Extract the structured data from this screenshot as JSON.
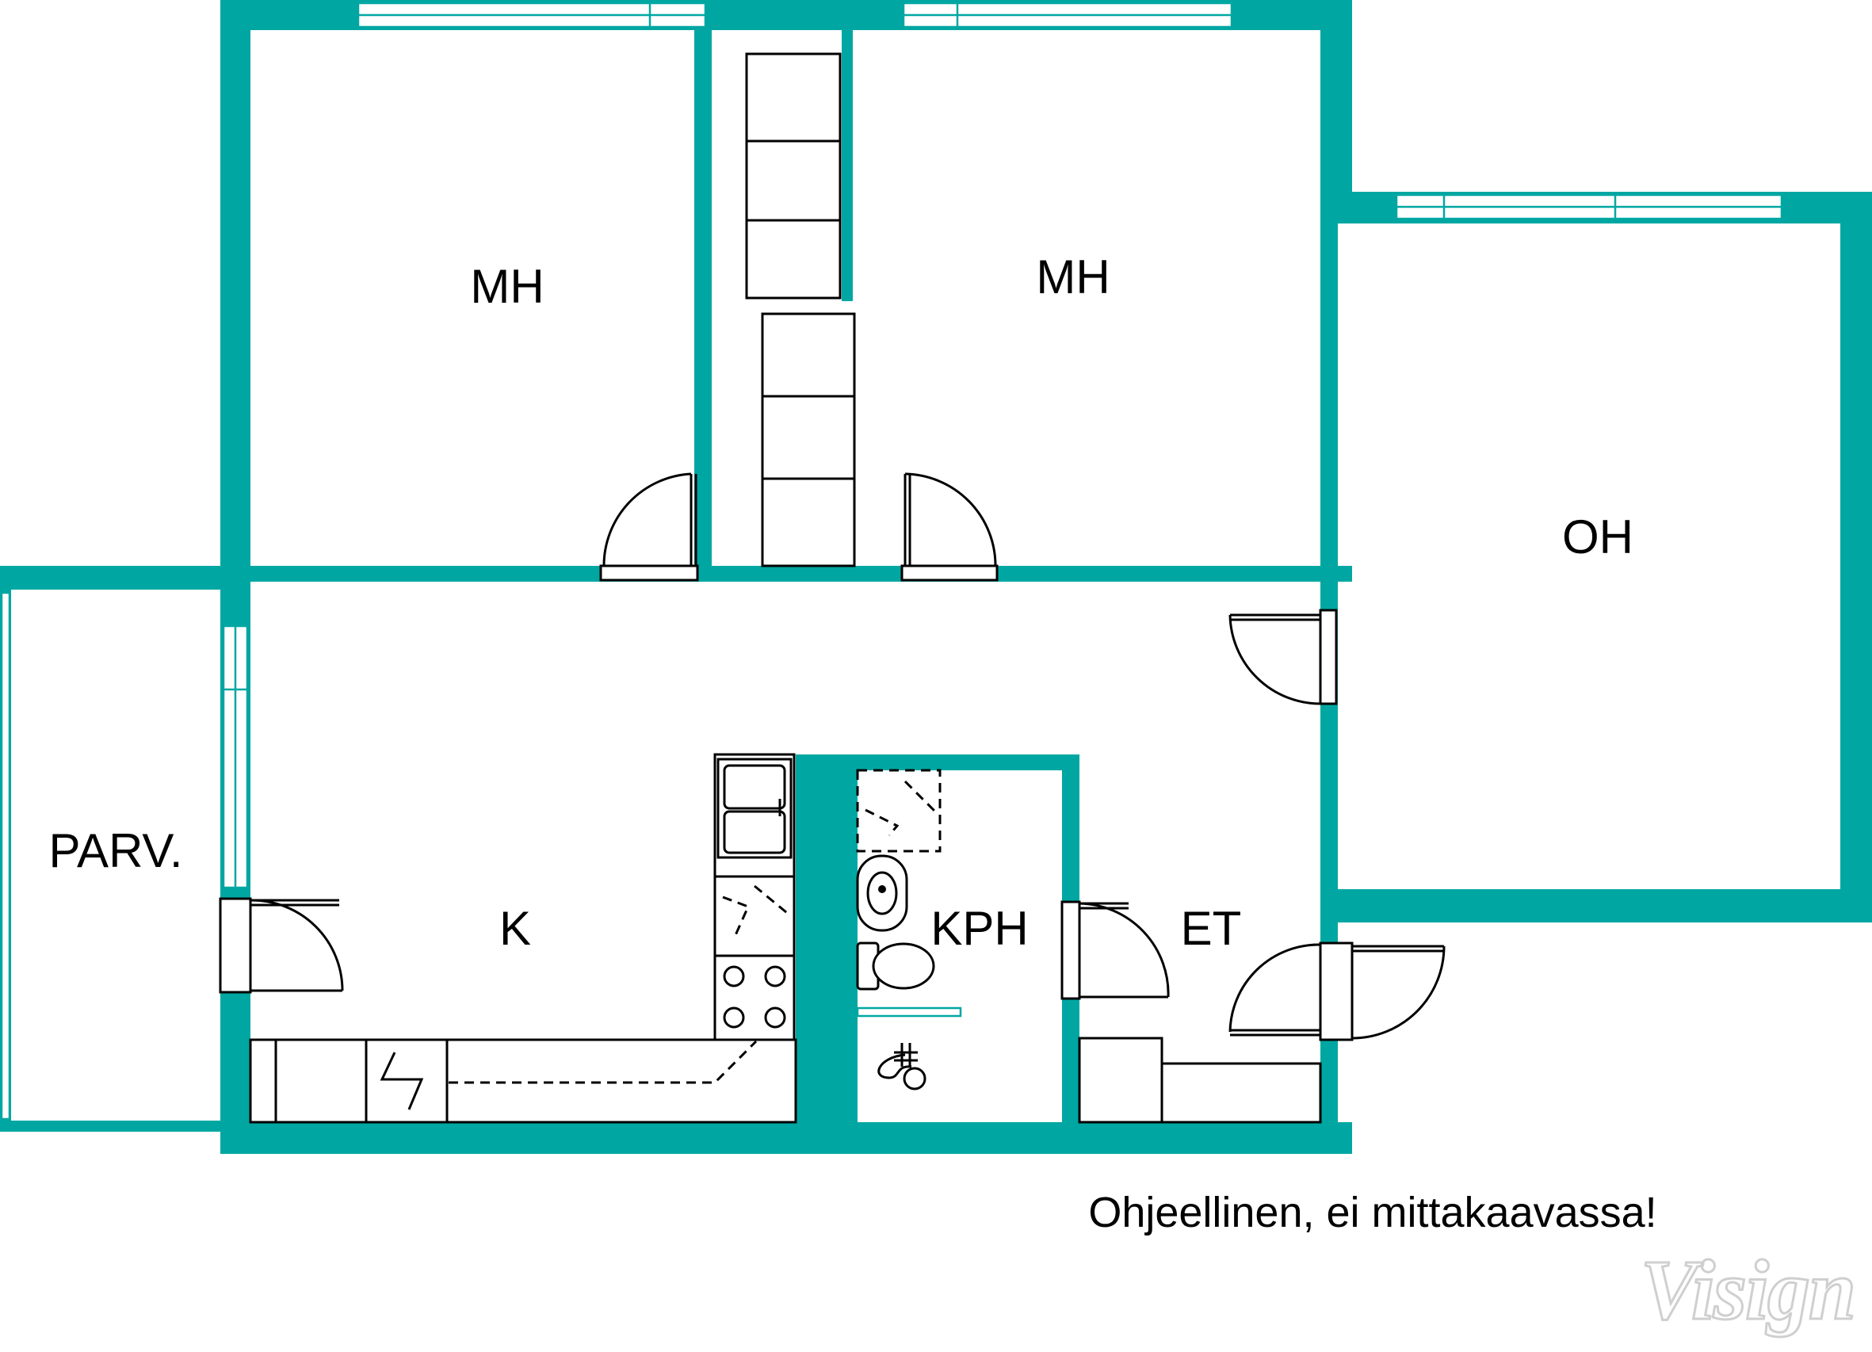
{
  "rooms": {
    "bedroom_1": "MH",
    "bedroom_2": "MH",
    "living_room": "OH",
    "balcony": "PARV.",
    "kitchen": "K",
    "bathroom": "KPH",
    "entrance": "ET"
  },
  "note": "Ohjeellinen, ei mittakaavassa!",
  "logo": "Visign",
  "colors": {
    "wall": "#00a7a2",
    "line": "#000000",
    "background": "#ffffff"
  }
}
